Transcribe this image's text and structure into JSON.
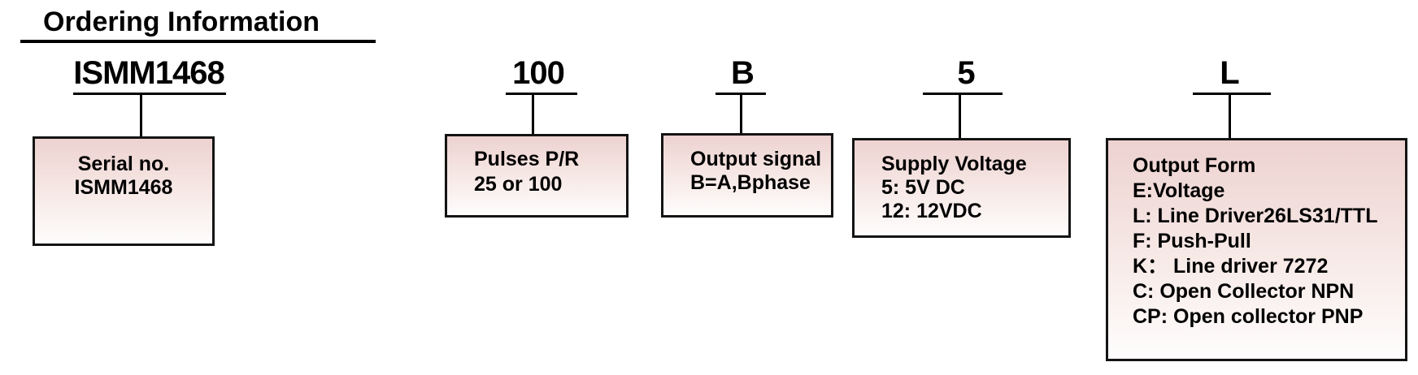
{
  "title": "Ordering Information",
  "colors": {
    "box_fill_top": "#edd2d0",
    "box_fill_mid": "#f7eae7",
    "box_fill_bottom": "#fefdfd",
    "box_border": "#141414",
    "line": "#000000",
    "text": "#000000",
    "background": "#ffffff"
  },
  "segments": [
    {
      "code": "ISMM1468",
      "box": {
        "lines": [
          "Serial no.",
          "ISMM1468"
        ]
      }
    },
    {
      "code": "100",
      "box": {
        "lines": [
          "Pulses P/R",
          "25 or 100"
        ]
      }
    },
    {
      "code": "B",
      "box": {
        "lines": [
          "Output signal",
          "B=A,Bphase"
        ]
      }
    },
    {
      "code": "5",
      "box": {
        "lines": [
          "Supply Voltage",
          "5: 5V DC",
          "12: 12VDC"
        ]
      }
    },
    {
      "code": "L",
      "box": {
        "lines": [
          "Output Form",
          "E:Voltage",
          "L: Line Driver26LS31/TTL",
          "F: Push-Pull",
          "K： Line driver 7272",
          "C: Open Collector NPN",
          "CP: Open collector PNP"
        ]
      }
    }
  ]
}
